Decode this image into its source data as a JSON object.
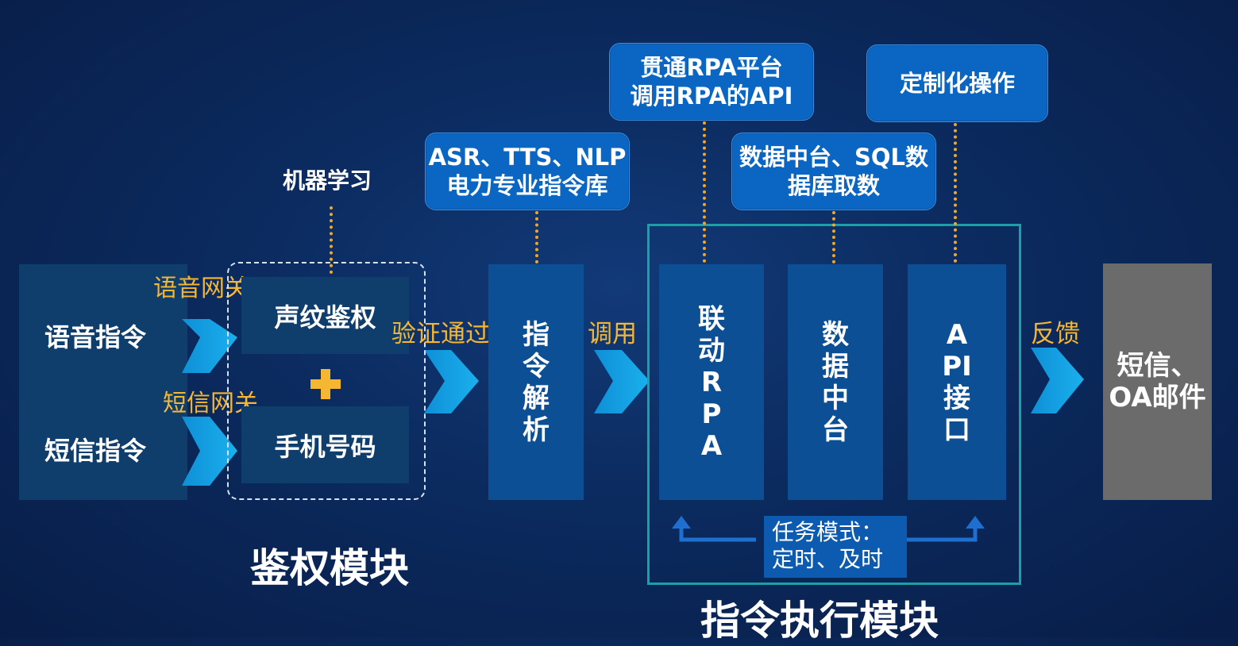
{
  "input": {
    "voice_command": "语音指令",
    "sms_command": "短信指令"
  },
  "gateways": {
    "voice_gateway": "语音网关",
    "sms_gateway": "短信网关"
  },
  "auth_module": {
    "ml_label": "机器学习",
    "voiceprint": "声纹鉴权",
    "phone_number": "手机号码",
    "plus_icon": "plus-icon",
    "title": "鉴权模块"
  },
  "flow_labels": {
    "verified": "验证通过",
    "invoke": "调用",
    "feedback": "反馈"
  },
  "parse": {
    "column_text": "指令解析",
    "callout_line1": "ASR、TTS、NLP",
    "callout_line2": "电力专业指令库"
  },
  "execution": {
    "columns": [
      {
        "text": "联动RPA"
      },
      {
        "text": "数据中台"
      },
      {
        "text": "API接口"
      }
    ],
    "callout_rpa_line1": "贯通RPA平台",
    "callout_rpa_line2": "调用RPA的API",
    "callout_data_line1": "数据中台、SQL数",
    "callout_data_line2": "据库取数",
    "callout_custom": "定制化操作",
    "task_mode_line1": "任务模式：",
    "task_mode_line2": "定时、及时",
    "title": "指令执行模块"
  },
  "output": {
    "line1": "短信、",
    "line2": "OA邮件"
  },
  "colors": {
    "accent_orange": "#f5b731",
    "arrow_blue": "#1aa3e8",
    "frame_teal": "#1ba0a8",
    "output_gray": "#6b6b6b"
  }
}
